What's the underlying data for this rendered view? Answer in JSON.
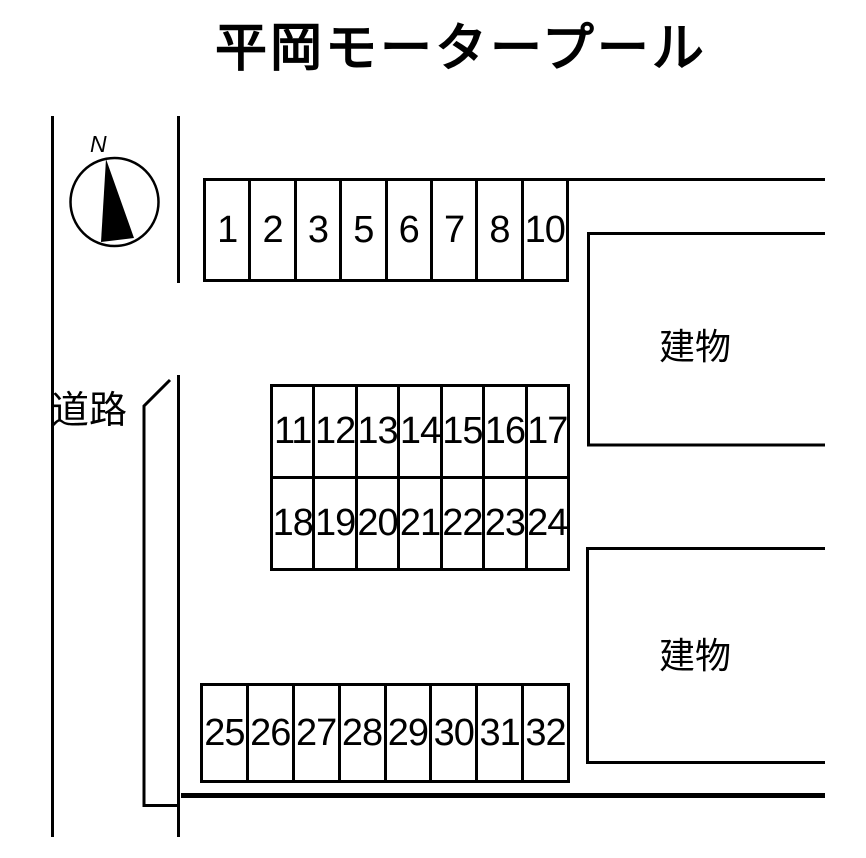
{
  "title": "平岡モータープール",
  "compass": {
    "north_label": "N"
  },
  "road": {
    "label": "道路"
  },
  "buildings": {
    "building1_label": "建物",
    "building2_label": "建物"
  },
  "parking_rows": {
    "top": [
      "1",
      "2",
      "3",
      "5",
      "6",
      "7",
      "8",
      "10"
    ],
    "middle_upper": [
      "11",
      "12",
      "13",
      "14",
      "15",
      "16",
      "17"
    ],
    "middle_lower": [
      "18",
      "19",
      "20",
      "21",
      "22",
      "23",
      "24"
    ],
    "bottom": [
      "25",
      "26",
      "27",
      "28",
      "29",
      "30",
      "31",
      "32"
    ]
  },
  "colors": {
    "line": "#000000",
    "background": "#ffffff",
    "text": "#000000"
  }
}
